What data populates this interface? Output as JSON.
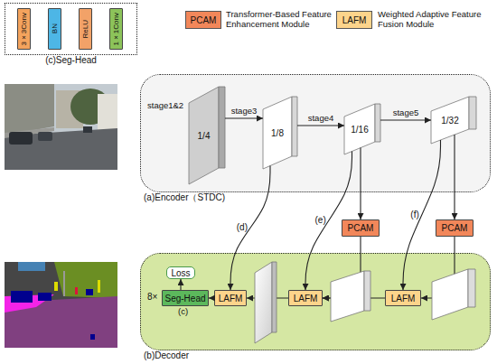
{
  "diagram": {
    "nodes": [
      {
        "text": [
          "(c)Seg-Head"
        ]
      },
      {
        "text": [
          "3×3Conv"
        ],
        "in": 0
      },
      {
        "text": [
          "BN"
        ],
        "in": 0
      },
      {
        "text": [
          "ReLU"
        ],
        "in": 0
      },
      {
        "text": [
          "1×1Conv"
        ],
        "in": 0
      },
      {
        "text": [
          "(a)Encoder（STDC)"
        ]
      },
      {
        "text": [
          "1/4"
        ],
        "in": 5
      },
      {
        "text": [
          "1/8"
        ],
        "in": 5
      },
      {
        "text": [
          "1/16"
        ],
        "in": 5
      },
      {
        "text": [
          "1/32"
        ],
        "in": 5
      },
      {
        "text": [
          "PCAM"
        ]
      },
      {
        "text": [
          "PCAM"
        ]
      },
      {
        "text": [
          "(b)Decoder"
        ]
      },
      {
        "text": [
          "Loss"
        ],
        "in": 12
      },
      {
        "text": [
          "Seg-Head"
        ],
        "in": 12
      },
      {
        "text": [
          "LAFM"
        ],
        "in": 12
      },
      {
        "text": [
          "LAFM"
        ],
        "in": 12
      },
      {
        "text": [
          "LAFM"
        ],
        "in": 12
      }
    ],
    "edges": [
      {
        "from": 6,
        "to": 7,
        "label": "stage3",
        "arrow": "to"
      },
      {
        "from": 7,
        "to": 8,
        "label": "stage4",
        "arrow": "to"
      },
      {
        "from": 8,
        "to": 9,
        "label": "stage5",
        "arrow": "to"
      },
      {
        "from": 8,
        "to": 10,
        "arrow": "to"
      },
      {
        "from": 9,
        "to": 11,
        "arrow": "to"
      },
      {
        "from": 11,
        "to": 17,
        "arrow": "to"
      },
      {
        "from": 10,
        "to": 16,
        "arrow": "to"
      },
      {
        "from": 17,
        "to": 16,
        "arrow": "to"
      },
      {
        "from": 16,
        "to": 15,
        "arrow": "to"
      },
      {
        "from": 15,
        "to": 14,
        "arrow": "to"
      },
      {
        "from": 14,
        "to": 13,
        "arrow": "to"
      },
      {
        "from": 7,
        "to": 15,
        "label": "(d)",
        "arrow": "to"
      },
      {
        "from": 8,
        "to": 16,
        "label": "(e)",
        "arrow": "to"
      },
      {
        "from": 9,
        "to": 17,
        "label": "(f)",
        "arrow": "to"
      }
    ],
    "labels": [
      "PCAM",
      "LAFM",
      "stage1&2",
      "8×",
      "(c)"
    ],
    "legend": [
      {
        "text": "Transformer-Based Feature Enhancement Module",
        "color": "#f2875a"
      },
      {
        "text": "Weighted Adaptive Feature Fusion Module",
        "color": "#fdd48b"
      }
    ]
  }
}
